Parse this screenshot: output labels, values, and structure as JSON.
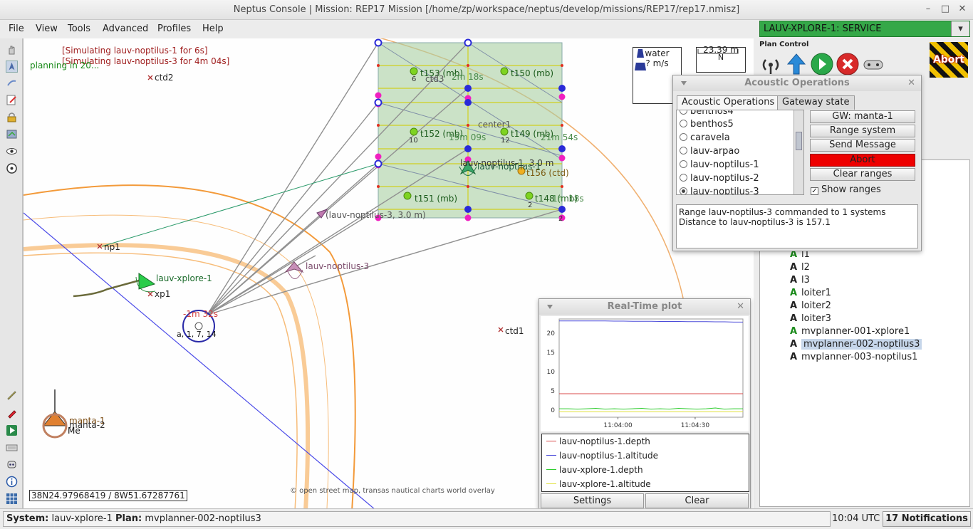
{
  "window": {
    "title": "Neptus Console | Mission: REP17 Mission [/home/zp/workspace/neptus/develop/missions/REP17/rep17.nmisz]",
    "min_glyph": "–",
    "max_glyph": "□",
    "close_glyph": "✕"
  },
  "menu": {
    "items": [
      "File",
      "View",
      "Tools",
      "Advanced",
      "Profiles",
      "Help"
    ]
  },
  "vehicle_selector": {
    "value": "LAUV-XPLORE-1: SERVICE",
    "color": "#35a848",
    "arrow": "▾"
  },
  "left_toolbar": {
    "icons": [
      "hand-icon",
      "vehicle-icon",
      "signal-icon",
      "plan-edit-icon",
      "lock-icon",
      "map-edit-icon",
      "eye-icon",
      "compass-icon",
      "pencil-icon",
      "marker-icon",
      "play-map-icon",
      "keyboard-icon",
      "robot-icon",
      "info-icon",
      "grid-icon"
    ]
  },
  "map": {
    "sim_messages": [
      "[Simulating lauv-noptilus-1 for 6s]",
      "[Simulating lauv-noptilus-3 for 4m 04s]"
    ],
    "planning_text": "planning in 20...",
    "markers": {
      "ctd2": "ctd2",
      "ctd1": "ctd1",
      "np1": "np1",
      "xp1": "xp1",
      "ctd3": "ctd3",
      "center1": "center1",
      "ctd_label": "t156 (ctd)"
    },
    "targets": {
      "t153": "t153 (mb)",
      "t150": "t150 (mb)",
      "t152": "t152 (mb)",
      "t149": "t149 (mb)",
      "t151": "t151 (mb)",
      "t148": "t148 (mb)"
    },
    "eta_labels": {
      "a": "2m 18s",
      "b": "19m 09s",
      "c": "21m 54s",
      "d": "1m 18s",
      "e": "-1m 32s"
    },
    "numbers": {
      "n6": "6",
      "n10": "10",
      "n12": "12",
      "n2": "2",
      "n2b": "2",
      "cluster": "a, 1, 7, 14"
    },
    "vehicles": {
      "xplore": "lauv-xplore-1",
      "noptilus3": "lauv-noptilus-3",
      "noptilus1": "lauv-noptilus-1, 3.0 m",
      "noptilus1_short": "lauv-noptilus-1",
      "noptilus3_depth": "(lauv-noptilus-3, 3.0 m)",
      "manta1": "manta-1",
      "manta2": "manta-2",
      "me": "Me"
    },
    "coordinates": "38N24.97968419 / 8W51.67287761",
    "attribution": "© open street map, transas nautical charts world overlay",
    "water": {
      "label": "water",
      "speed": "? m/s"
    },
    "scale": {
      "value": "23.39 m",
      "north": "N"
    }
  },
  "plan_control": {
    "label": "Plan Control",
    "buttons": [
      "signal-button",
      "send-plan-button",
      "start-plan-button",
      "stop-plan-button",
      "teleop-button"
    ],
    "abort_label": "Abort"
  },
  "plan_tree": {
    "items": [
      {
        "label": "l1",
        "green": true
      },
      {
        "label": "l2",
        "green": false
      },
      {
        "label": "l3",
        "green": false
      },
      {
        "label": "loiter1",
        "green": true
      },
      {
        "label": "loiter2",
        "green": false
      },
      {
        "label": "loiter3",
        "green": false
      },
      {
        "label": "mvplanner-001-xplore1",
        "green": true
      },
      {
        "label": "mvplanner-002-noptilus3",
        "green": false,
        "selected": true
      },
      {
        "label": "mvplanner-003-noptilus1",
        "green": false
      }
    ],
    "icon_glyph": "A"
  },
  "acoustic": {
    "title": "Acoustic Operations",
    "tabs": [
      "Acoustic Operations",
      "Gateway state"
    ],
    "systems": [
      "benthos4",
      "benthos5",
      "caravela",
      "lauv-arpao",
      "lauv-noptilus-1",
      "lauv-noptilus-2",
      "lauv-noptilus-3"
    ],
    "selected_system": "lauv-noptilus-3",
    "buttons": {
      "gateway": "GW: manta-1",
      "range_system": "Range system",
      "send_message": "Send Message",
      "abort": "Abort",
      "clear_ranges": "Clear ranges"
    },
    "show_ranges": "Show ranges",
    "show_ranges_checked": true,
    "check_glyph": "✓",
    "log": [
      "Range lauv-noptilus-3 commanded to 1 systems",
      "Distance to lauv-noptilus-3 is 157.1"
    ]
  },
  "rtplot": {
    "title": "Real-Time plot",
    "settings_label": "Settings",
    "clear_label": "Clear"
  },
  "chart_data": {
    "type": "line",
    "x_ticks": [
      "11:04:00",
      "11:04:30"
    ],
    "y_ticks": [
      "0",
      "5",
      "10",
      "15",
      "20"
    ],
    "ylim": [
      -2,
      23.5
    ],
    "x": [
      0,
      1,
      2,
      3,
      4,
      5,
      6,
      7,
      8,
      9,
      10,
      11,
      12,
      13,
      14,
      15,
      16,
      17,
      18,
      19,
      20
    ],
    "series": [
      {
        "name": "lauv-noptilus-1.depth",
        "color": "#d94c4c",
        "values": [
          4.1,
          4.1,
          4.1,
          4.1,
          4.1,
          4.1,
          4.1,
          4.1,
          4.1,
          4.1,
          4.1,
          4.1,
          4.1,
          4.1,
          4.1,
          4.1,
          4.1,
          4.1,
          4.1,
          4.1,
          4.1
        ]
      },
      {
        "name": "lauv-noptilus-1.altitude",
        "color": "#4a4ad9",
        "values": [
          23.0,
          23.0,
          23.0,
          23.0,
          23.0,
          23.0,
          22.95,
          22.95,
          22.9,
          22.9,
          22.9,
          22.85,
          22.85,
          22.85,
          22.8,
          22.8,
          22.8,
          22.75,
          22.75,
          22.7,
          22.7
        ]
      },
      {
        "name": "lauv-xplore-1.depth",
        "color": "#2ecc2e",
        "values": [
          0.2,
          0.2,
          0.1,
          0.2,
          0.3,
          0.1,
          0.2,
          0.1,
          0.2,
          0.3,
          0.1,
          0.2,
          0.1,
          0.3,
          0.2,
          0.1,
          0.2,
          0.4,
          0.1,
          0.2,
          0.2
        ]
      },
      {
        "name": "lauv-xplore-1.altitude",
        "color": "#e0e03a",
        "values": [
          -0.6,
          -0.6,
          -0.6,
          -0.6,
          -0.6,
          -0.6,
          -0.6,
          -0.6,
          -0.6,
          -0.6,
          -0.6,
          -0.6,
          -0.6,
          -0.6,
          -0.6,
          -0.6,
          -0.6,
          -0.6,
          -0.6,
          -0.6,
          -0.6
        ]
      }
    ]
  },
  "status": {
    "system_label": "System:",
    "system_value": "lauv-xplore-1",
    "plan_label": "Plan:",
    "plan_value": "mvplanner-002-noptilus3",
    "utc": "10:04 UTC",
    "notifications": "17 Notifications"
  }
}
